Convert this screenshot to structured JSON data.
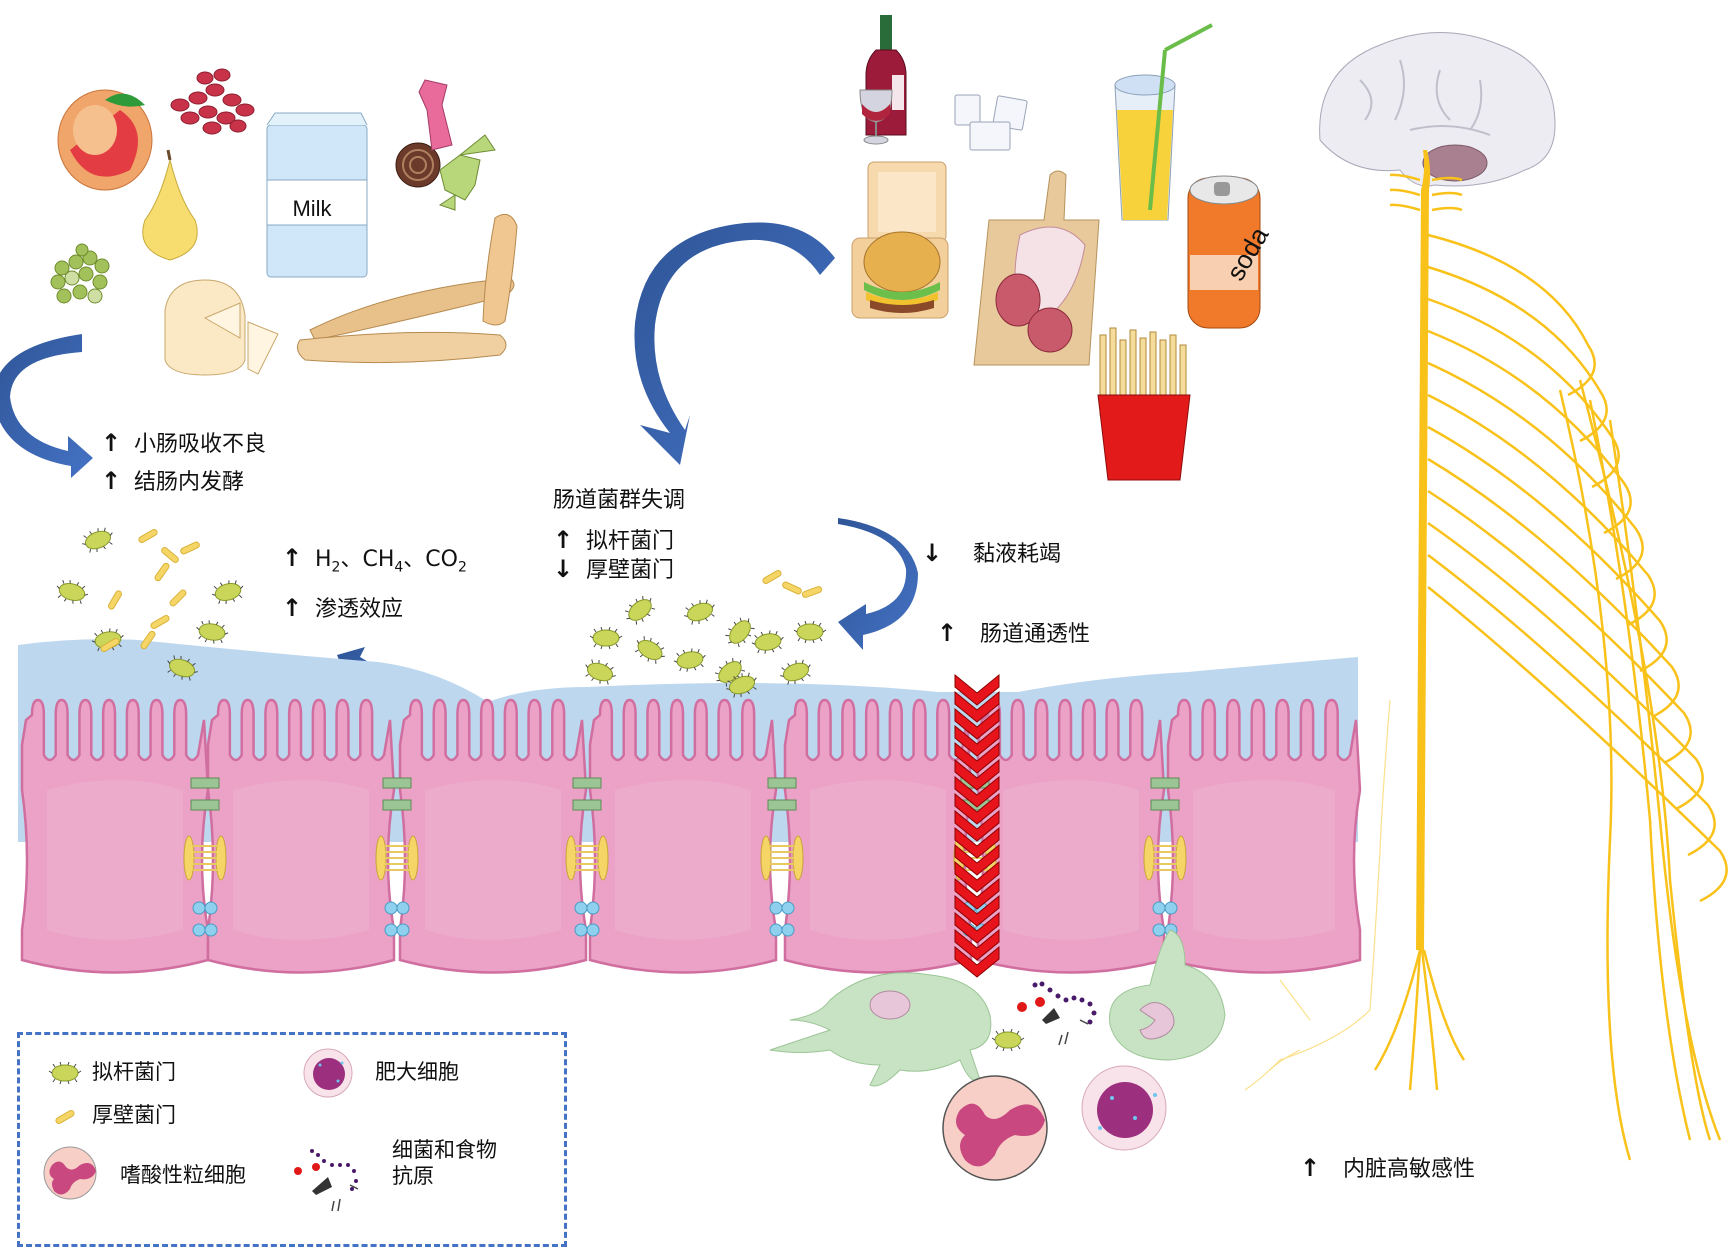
{
  "colors": {
    "arrow_blue": "#4472c4",
    "arrow_blue_dark": "#2f5597",
    "mucus_blue": "#bdd7ee",
    "cell_pink": "#eba2c6",
    "cell_pink_edge": "#d06ea0",
    "nerve_yellow": "#f9c21a",
    "chevron_red": "#e8141b",
    "bacteroidetes_green": "#c9d65a",
    "firmicutes_yellow": "#f5d565",
    "legend_border": "#4472c4"
  },
  "foods": {
    "healthy": [
      "peach",
      "red-beans",
      "pear",
      "milk-carton",
      "candy",
      "green-peas",
      "cheese",
      "baguette"
    ],
    "milk_label": "Milk",
    "unhealthy": [
      "wine",
      "sugar-cubes",
      "burger-box",
      "salami-board",
      "juice-glass",
      "soda-can",
      "french-fries"
    ],
    "soda_label": "soda"
  },
  "labels": {
    "small_intestine_malabsorption": {
      "arrow": "↑",
      "text": "小肠吸收不良"
    },
    "colonic_fermentation": {
      "arrow": "↑",
      "text": "结肠内发酵"
    },
    "gases": {
      "arrow": "↑",
      "h": "H",
      "h_sub": "2",
      "sep1": "、CH",
      "ch_sub": "4",
      "sep2": "、CO",
      "co_sub": "2"
    },
    "osmotic_effect": {
      "arrow": "↑",
      "text": "渗透效应"
    },
    "dysbiosis_title": "肠道菌群失调",
    "bacteroidetes_up": {
      "arrow": "↑",
      "text": "拟杆菌门"
    },
    "firmicutes_down": {
      "arrow": "↓",
      "text": "厚壁菌门"
    },
    "mucus_depletion": {
      "arrow": "↓",
      "text": "黏液耗竭"
    },
    "intestinal_permeability": {
      "arrow": "↑",
      "text": "肠道通透性"
    },
    "visceral_hypersensitivity": {
      "arrow": "↑",
      "text": "内脏高敏感性"
    }
  },
  "legend": {
    "items": [
      {
        "icon": "bacteroidetes-icon",
        "text": "拟杆菌门"
      },
      {
        "icon": "firmicutes-icon",
        "text": "厚壁菌门"
      },
      {
        "icon": "eosinophil-icon",
        "text": "嗜酸性粒细胞"
      },
      {
        "icon": "mast-cell-icon",
        "text": "肥大细胞"
      },
      {
        "icon": "antigen-icon",
        "text": "细菌和食物",
        "text2": "抗原"
      }
    ]
  }
}
